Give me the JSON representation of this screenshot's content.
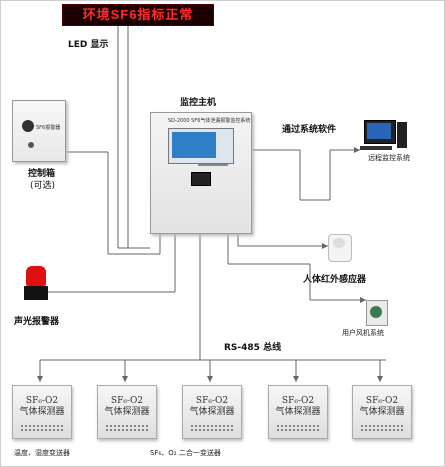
{
  "led_text": "环境SF6指标正常",
  "led_label": "LED 显示",
  "host": {
    "label": "监控主机",
    "caption": "SD-2000 SF6气体泄漏报警监控系统"
  },
  "control_box": {
    "label": "控制箱",
    "sub": "(可选)",
    "panel_text": "SF6报警器"
  },
  "alarm_label": "声光报警器",
  "software_label": "通过系统软件",
  "remote_label": "远程监控系统",
  "pir_label": "人体红外感应器",
  "fan_label": "用户风机系统",
  "bus_label": "RS-485 总线",
  "sensors": [
    {
      "line1": "SF₆-O2",
      "line2": "气体探测器"
    },
    {
      "line1": "SF₆-O2",
      "line2": "气体探测器"
    },
    {
      "line1": "SF₆-O2",
      "line2": "气体探测器"
    },
    {
      "line1": "SF₆-O2",
      "line2": "气体探测器"
    },
    {
      "line1": "SF₆-O2",
      "line2": "气体探测器"
    }
  ],
  "footer_left": "温度、湿度变送器",
  "footer_mid": "SF₆、O₂ 二合一变送器",
  "colors": {
    "led_bg": "#1a0000",
    "led_text": "#ff2a2a",
    "screen": "#2f7ec8"
  }
}
